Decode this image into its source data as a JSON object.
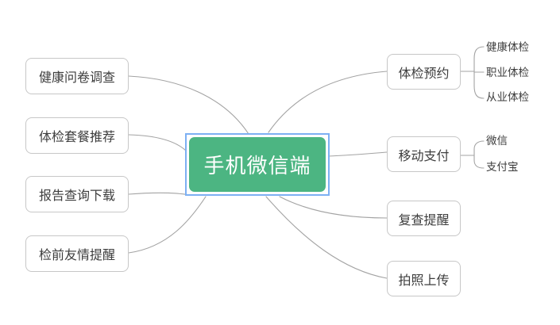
{
  "root": {
    "label": "手机微信端"
  },
  "left_branches": [
    {
      "label": "健康问卷调查"
    },
    {
      "label": "体检套餐推荐"
    },
    {
      "label": "报告查询下载"
    },
    {
      "label": "检前友情提醒"
    }
  ],
  "right_branches": [
    {
      "label": "体检预约",
      "children": [
        {
          "label": "健康体检"
        },
        {
          "label": "职业体检"
        },
        {
          "label": "从业体检"
        }
      ]
    },
    {
      "label": "移动支付",
      "children": [
        {
          "label": "微信"
        },
        {
          "label": "支付宝"
        }
      ]
    },
    {
      "label": "复查提醒",
      "children": []
    },
    {
      "label": "拍照上传",
      "children": []
    }
  ],
  "colors": {
    "canvas_bg": "#ffffff",
    "root_bg": "#4cb582",
    "root_text": "#ffffff",
    "selection_frame": "#7db0f3",
    "node_border": "#c7c7c7",
    "node_text": "#3d3d3d",
    "connector": "#a3a3a3"
  }
}
